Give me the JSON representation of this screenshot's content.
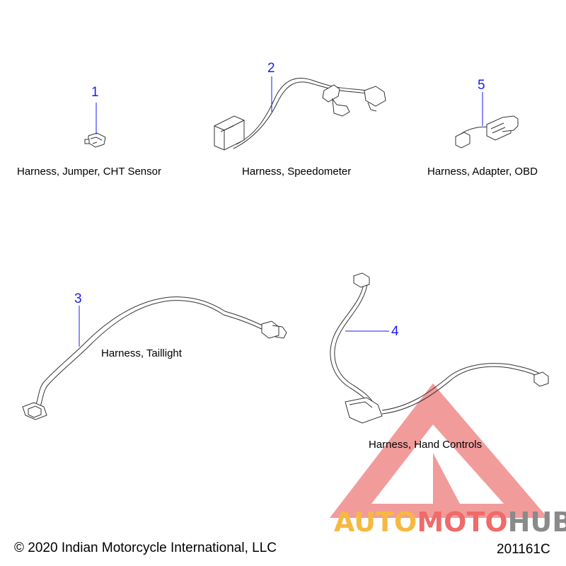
{
  "parts": [
    {
      "number": "1",
      "label": "Harness, Jumper, CHT Sensor"
    },
    {
      "number": "2",
      "label": "Harness, Speedometer"
    },
    {
      "number": "5",
      "label": "Harness, Adapter, OBD"
    },
    {
      "number": "3",
      "label": "Harness, Taillight"
    },
    {
      "number": "4",
      "label": "Harness, Hand Controls"
    }
  ],
  "footer": {
    "copyright": "© 2020 Indian Motorcycle International, LLC",
    "diagram_code": "201161C"
  },
  "watermark": {
    "word_part1": "AUTO",
    "word_part2": "MOTO",
    "word_part3": "HUB",
    "color_part1": "#f5b942",
    "color_part2": "#ef6a6a",
    "color_part3": "#8a8a8a",
    "triangle_color": "#e84b4b"
  },
  "colors": {
    "callout_number": "#1a1aff",
    "leader_line": "#1a1aff",
    "drawing_line": "#333333"
  }
}
